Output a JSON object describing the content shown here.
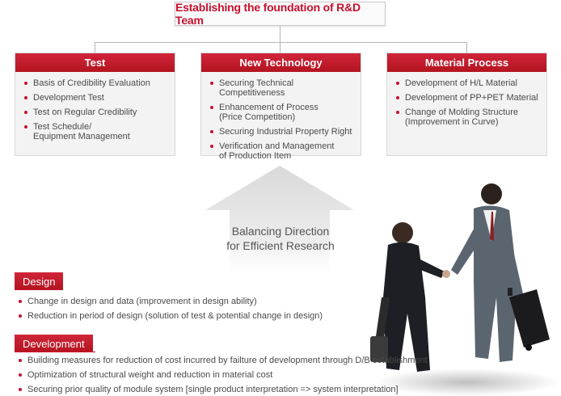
{
  "header": {
    "title": "Establishing the foundation of R&D Team"
  },
  "columns": [
    {
      "title": "Test",
      "items": [
        "Basis of Credibility Evaluation",
        "Development Test",
        "Test on Regular Credibility",
        "Test Schedule/\nEquipment Management"
      ]
    },
    {
      "title": "New Technology",
      "items": [
        "Securing Technical Competitiveness",
        "Enhancement of Process\n(Price Competition)",
        "Securing Industrial Property Right",
        "Verification and Management\nof Production Item"
      ]
    },
    {
      "title": "Material Process",
      "items": [
        "Development of H/L Material",
        "Development of PP+PET Material",
        "Change of Molding Structure\n(Improvement in Curve)"
      ]
    }
  ],
  "center": {
    "line1": "Balancing Direction",
    "line2": "for Efficient Research"
  },
  "design": {
    "title": "Design",
    "items": [
      "Change in design and data (improvement in design ability)",
      "Reduction in period of design (solution of test & potential change in design)"
    ]
  },
  "development": {
    "title": "Development",
    "items": [
      "Building measures for reduction of cost incurred by failture of development through D/B establishment",
      "Optimization of structural weight and reduction in material cost",
      "Securing prior quality of module system [single product interpretation => system interpretation]"
    ]
  },
  "colors": {
    "accent": "#c8102e",
    "panel": "#f3f3f3",
    "arrow": "#e4e4e4"
  },
  "illustration": {
    "name": "businessmen-handshake"
  }
}
